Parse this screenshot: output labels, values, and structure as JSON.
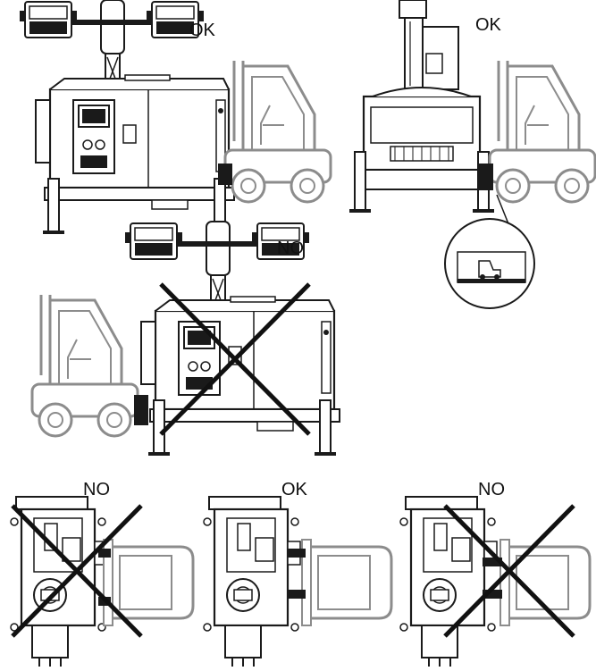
{
  "labels": {
    "top_left": "OK",
    "top_right": "OK",
    "middle": "NO",
    "bottom_left": "NO",
    "bottom_center": "OK",
    "bottom_right": "NO"
  },
  "colors": {
    "machine_stroke": "#1a1a1a",
    "forklift_stroke": "#8c8c8c",
    "fork_fill": "#1a1a1a",
    "cross": "#111111"
  }
}
